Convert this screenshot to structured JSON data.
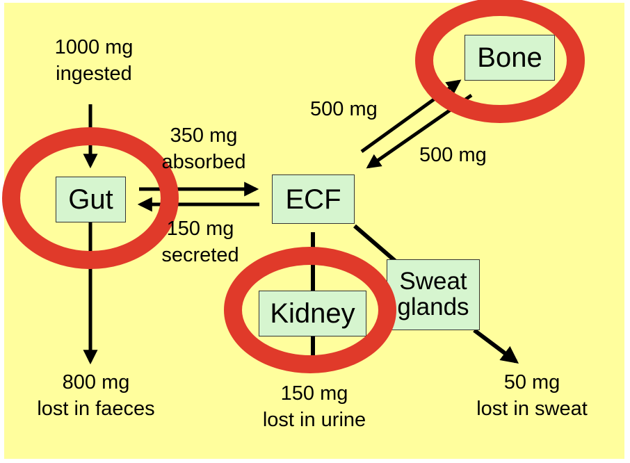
{
  "colors": {
    "background": "#fffe9d",
    "node_fill": "#d6f5cf",
    "ring": "#e03a2a",
    "arrow": "#000000"
  },
  "nodes": {
    "gut": "Gut",
    "ecf": "ECF",
    "bone": "Bone",
    "kidney": "Kidney",
    "sweat_line1": "Sweat",
    "sweat_line2": "glands"
  },
  "labels": {
    "ingested_amount": "1000 mg",
    "ingested_text": "ingested",
    "absorbed_amount": "350 mg",
    "absorbed_text": "absorbed",
    "secreted_amount": "150 mg",
    "secreted_text": "secreted",
    "bone_in": "500 mg",
    "bone_out": "500 mg",
    "faeces_amount": "800 mg",
    "faeces_text": "lost in faeces",
    "urine_amount": "150 mg",
    "urine_text": "lost in urine",
    "sweat_amount": "50 mg",
    "sweat_text": "lost in sweat"
  }
}
